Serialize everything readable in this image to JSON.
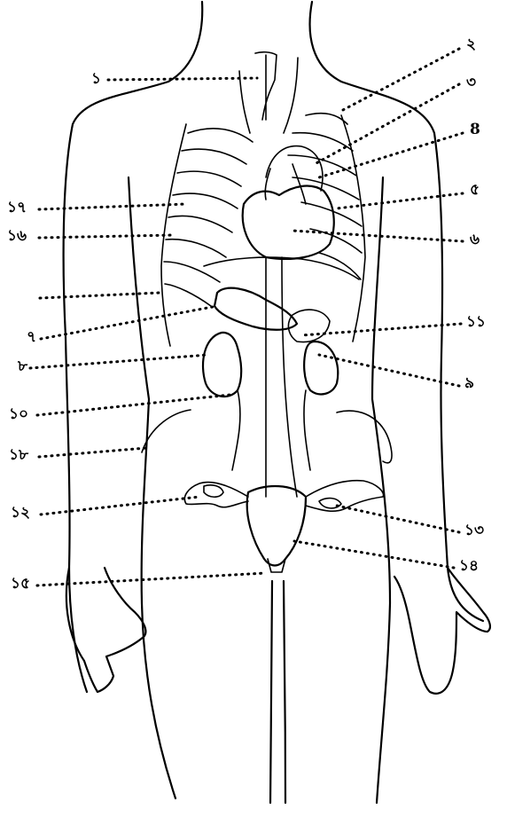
{
  "labels": {
    "l1": "১",
    "l2": "২",
    "l3": "৩",
    "l4": "8",
    "l5": "৫",
    "l6": "৬",
    "l7": "৭",
    "l8": "৮",
    "l9": "৯",
    "l10": "১০",
    "l11": "১১",
    "l12": "১২",
    "l13": "১৩",
    "l14": "১৪",
    "l15": "১৫",
    "l16": "১৬",
    "l17": "১৭",
    "l18": "১৮"
  }
}
